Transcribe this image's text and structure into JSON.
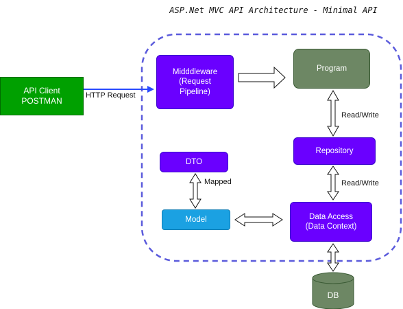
{
  "title": "ASP.Net MVC API Architecture - Minimal API",
  "nodes": {
    "api_client": "API Client\nPOSTMAN",
    "middleware": "Midddleware\n(Request\nPipeline)",
    "program": "Program",
    "repository": "Repository",
    "dto": "DTO",
    "model": "Model",
    "data_access": "Data Access\n(Data Context)",
    "db": "DB"
  },
  "edges": {
    "http_request": "HTTP Request",
    "program_repository": "Read/Write",
    "repository_data_access": "Read/Write",
    "dto_model": "Mapped"
  },
  "colors": {
    "purple": "#6a00ff",
    "green_client": "#00a000",
    "program_green": "#6d8764",
    "model_blue": "#1ba1e2",
    "db_green": "#6d8764",
    "boundary_dash": "#5b5bdc"
  }
}
